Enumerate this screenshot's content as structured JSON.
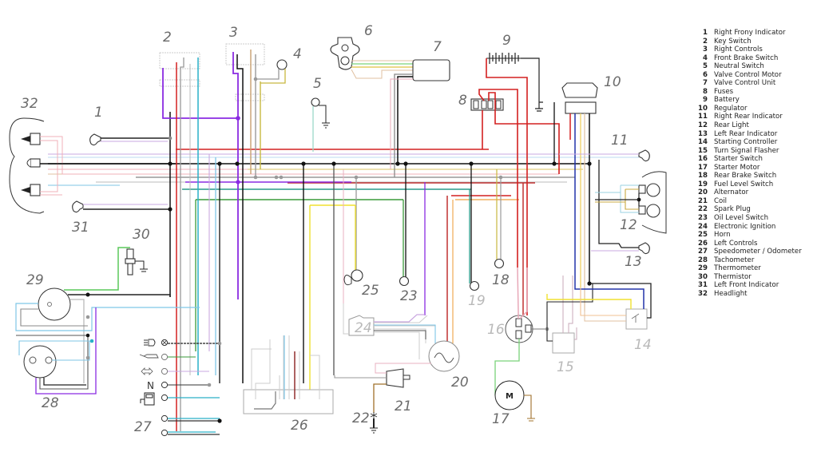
{
  "diagram": {
    "title": "Motorcycle wiring diagram",
    "component_numbers": [
      {
        "id": "1",
        "label": "1"
      },
      {
        "id": "2",
        "label": "2"
      },
      {
        "id": "3",
        "label": "3"
      },
      {
        "id": "4",
        "label": "4"
      },
      {
        "id": "5",
        "label": "5"
      },
      {
        "id": "6",
        "label": "6"
      },
      {
        "id": "7",
        "label": "7"
      },
      {
        "id": "8",
        "label": "8"
      },
      {
        "id": "9",
        "label": "9"
      },
      {
        "id": "10",
        "label": "10"
      },
      {
        "id": "11",
        "label": "11"
      },
      {
        "id": "12",
        "label": "12"
      },
      {
        "id": "13",
        "label": "13"
      },
      {
        "id": "14",
        "label": "14"
      },
      {
        "id": "15",
        "label": "15"
      },
      {
        "id": "16",
        "label": "16"
      },
      {
        "id": "17",
        "label": "17"
      },
      {
        "id": "18",
        "label": "18"
      },
      {
        "id": "19",
        "label": "19"
      },
      {
        "id": "20",
        "label": "20"
      },
      {
        "id": "21",
        "label": "21"
      },
      {
        "id": "22",
        "label": "22"
      },
      {
        "id": "23",
        "label": "23"
      },
      {
        "id": "24",
        "label": "24"
      },
      {
        "id": "25",
        "label": "25"
      },
      {
        "id": "26",
        "label": "26"
      },
      {
        "id": "27",
        "label": "27"
      },
      {
        "id": "28",
        "label": "28"
      },
      {
        "id": "29",
        "label": "29"
      },
      {
        "id": "30",
        "label": "30"
      },
      {
        "id": "31",
        "label": "31"
      },
      {
        "id": "32",
        "label": "32"
      }
    ],
    "motor_label": "M",
    "wire_colors": {
      "black": "#111111",
      "red": "#d42020",
      "purple": "#8a2be2",
      "blue": "#2233aa",
      "light_blue": "#7fc6e6",
      "cyan": "#2ab0c8",
      "green": "#3a9a3a",
      "light_green": "#7ad37a",
      "yellow": "#f0e030",
      "grey": "#999999",
      "pink": "#e8a8b8",
      "orange": "#f0b060",
      "brown": "#a0702a",
      "violet": "#b070d0",
      "tan": "#d8b890",
      "teal": "#2a9a8a"
    }
  },
  "legend": [
    {
      "num": "1",
      "label": "Right Frony Indicator"
    },
    {
      "num": "2",
      "label": "Key Switch"
    },
    {
      "num": "3",
      "label": "Right Controls"
    },
    {
      "num": "4",
      "label": "Front Brake Switch"
    },
    {
      "num": "5",
      "label": "Neutral Switch"
    },
    {
      "num": "6",
      "label": "Valve Control Motor"
    },
    {
      "num": "7",
      "label": "Valve Control Unit"
    },
    {
      "num": "8",
      "label": "Fuses"
    },
    {
      "num": "9",
      "label": "Battery"
    },
    {
      "num": "10",
      "label": "Regulator"
    },
    {
      "num": "11",
      "label": "Right Rear Indicator"
    },
    {
      "num": "12",
      "label": "Rear Light"
    },
    {
      "num": "13",
      "label": "Left Rear Indicator"
    },
    {
      "num": "14",
      "label": "Starting Controller"
    },
    {
      "num": "15",
      "label": "Turn Signal Flasher"
    },
    {
      "num": "16",
      "label": "Starter Switch"
    },
    {
      "num": "17",
      "label": "Starter Motor"
    },
    {
      "num": "18",
      "label": "Rear Brake Switch"
    },
    {
      "num": "19",
      "label": "Fuel Level Switch"
    },
    {
      "num": "20",
      "label": "Alternator"
    },
    {
      "num": "21",
      "label": "Coil"
    },
    {
      "num": "22",
      "label": "Spark Plug"
    },
    {
      "num": "23",
      "label": "Oil Level Switch"
    },
    {
      "num": "24",
      "label": "Electronic Ignition"
    },
    {
      "num": "25",
      "label": "Horn"
    },
    {
      "num": "26",
      "label": "Left Controls"
    },
    {
      "num": "27",
      "label": "Speedometer / Odometer"
    },
    {
      "num": "28",
      "label": "Tachometer"
    },
    {
      "num": "29",
      "label": "Thermometer"
    },
    {
      "num": "30",
      "label": "Thermistor"
    },
    {
      "num": "31",
      "label": "Left Front Indicator"
    },
    {
      "num": "32",
      "label": "Headlight"
    }
  ]
}
